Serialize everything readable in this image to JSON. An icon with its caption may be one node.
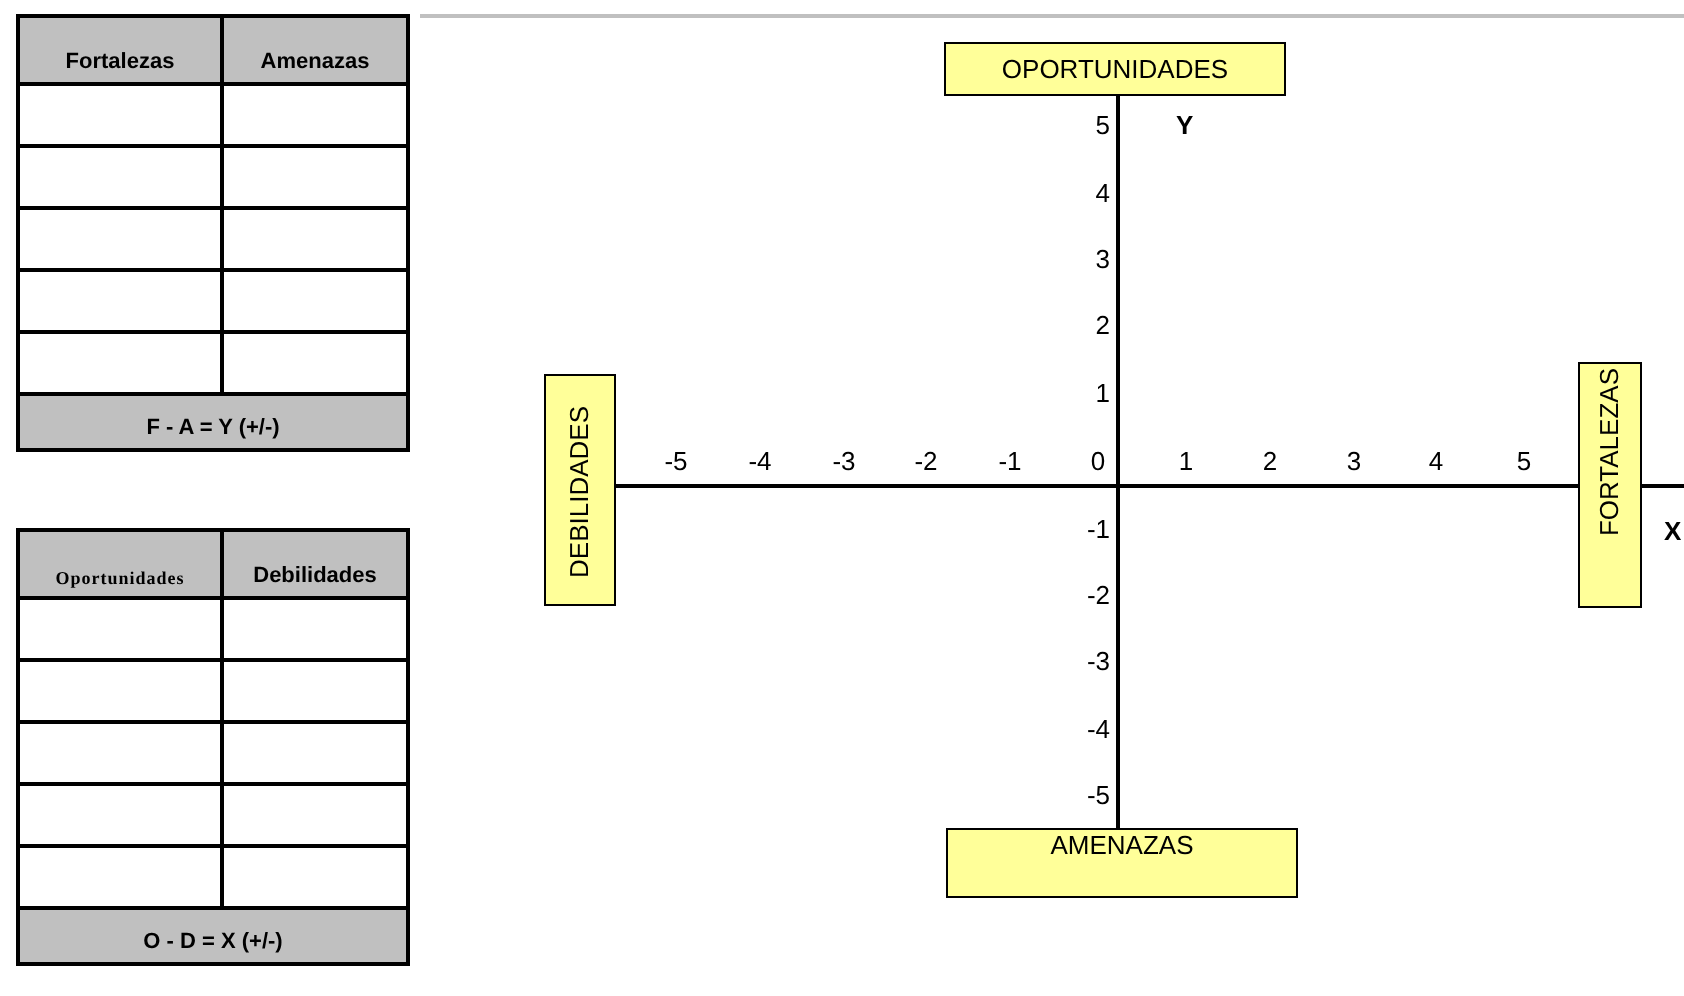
{
  "diagram": {
    "nodes": [
      {
        "text": [
          "OPORTUNIDADES"
        ]
      },
      {
        "text": [
          "DEBILIDADES"
        ]
      },
      {
        "text": [
          "FORTALEZAS"
        ]
      },
      {
        "text": [
          "AMENAZAS"
        ]
      }
    ],
    "edges": [
      {
        "from": 1,
        "to": 2,
        "arrow": "none"
      },
      {
        "from": 0,
        "to": 3,
        "arrow": "none"
      }
    ],
    "labels": [
      "Fortalezas",
      "Amenazas",
      "F - A = Y (+/-)",
      "Oportunidades",
      "Debilidades",
      "O - D = X (+/-)",
      "5",
      "Y",
      "4",
      "3",
      "2",
      "1",
      "-5",
      "-4",
      "-3",
      "-2",
      "-1",
      "0",
      "1",
      "2",
      "3",
      "4",
      "5",
      "-1",
      "X",
      "-2",
      "-3",
      "-4",
      "-5"
    ]
  }
}
